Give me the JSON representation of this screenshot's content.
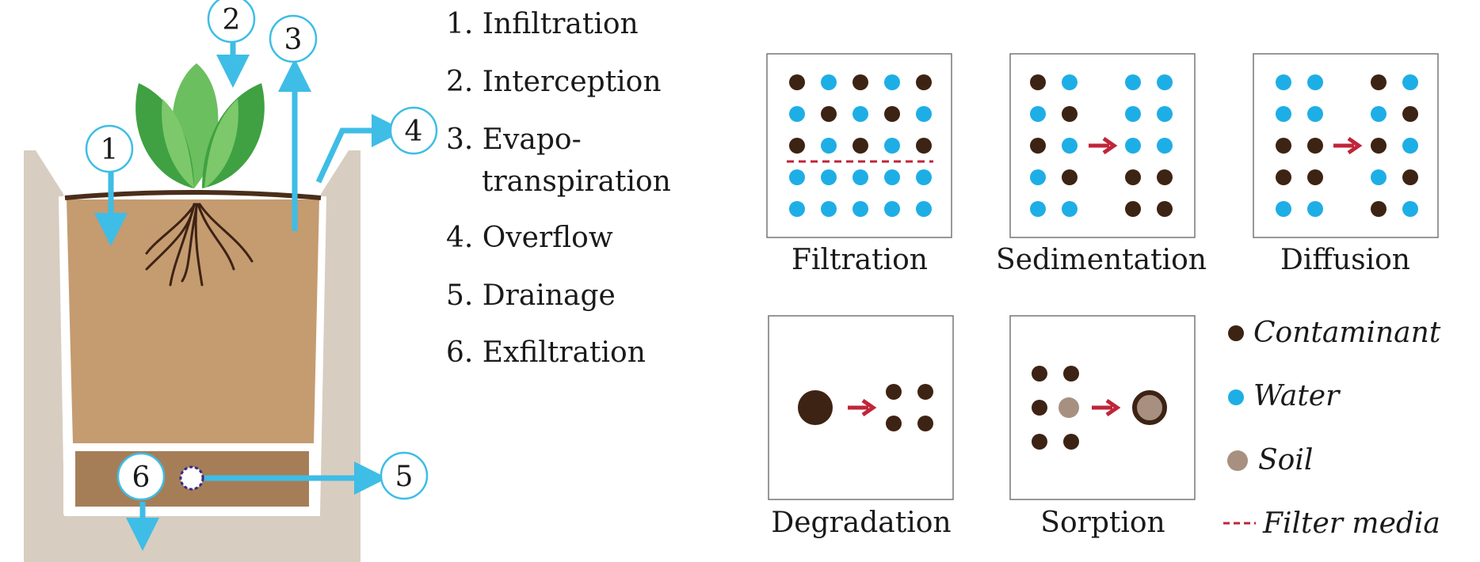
{
  "colors": {
    "contaminant": "#3d2314",
    "water": "#1eaee6",
    "soil": "#a89080",
    "arrow_blue": "#3ebde6",
    "arrow_red": "#c0253a",
    "trench": "#d8cdc1",
    "planter_soil": "#c59b70",
    "drain_layer": "#a57e58",
    "leaf_dark": "#3fa142",
    "leaf_light": "#7cc86a"
  },
  "badges": [
    "1",
    "2",
    "3",
    "4",
    "5",
    "6"
  ],
  "processes": [
    "1. Infiltration",
    "2. Interception",
    "3. Evapo-",
    "transpiration",
    "4. Overflow",
    "5. Drainage",
    "6. Exfiltration"
  ],
  "panels": {
    "filtration": "Filtration",
    "sedimentation": "Sedimentation",
    "diffusion": "Diffusion",
    "degradation": "Degradation",
    "sorption": "Sorption"
  },
  "key": {
    "contaminant": "Contaminant",
    "water": "Water",
    "soil": "Soil",
    "filter_media": "Filter media"
  }
}
